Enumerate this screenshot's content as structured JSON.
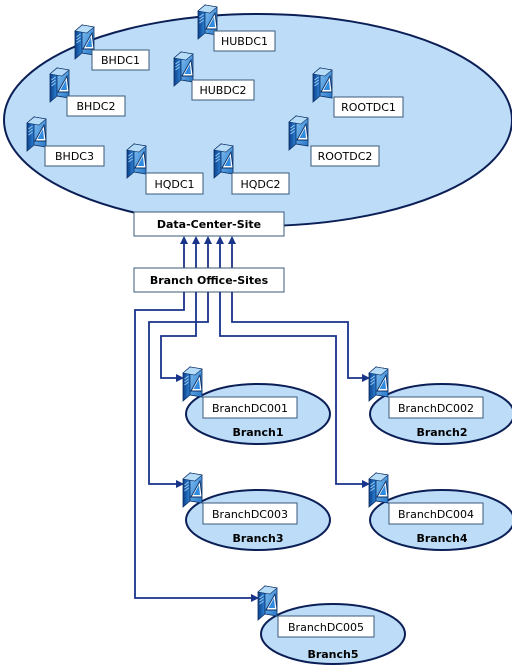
{
  "data_center": {
    "site_label": "Data-Center-Site",
    "servers": [
      {
        "name": "BHDC1"
      },
      {
        "name": "HUBDC1"
      },
      {
        "name": "BHDC2"
      },
      {
        "name": "HUBDC2"
      },
      {
        "name": "ROOTDC1"
      },
      {
        "name": "BHDC3"
      },
      {
        "name": "ROOTDC2"
      },
      {
        "name": "HQDC1"
      },
      {
        "name": "HQDC2"
      }
    ]
  },
  "branch_sites_label": "Branch Office-Sites",
  "branches": [
    {
      "dc": "BranchDC001",
      "name": "Branch1"
    },
    {
      "dc": "BranchDC002",
      "name": "Branch2"
    },
    {
      "dc": "BranchDC003",
      "name": "Branch3"
    },
    {
      "dc": "BranchDC004",
      "name": "Branch4"
    },
    {
      "dc": "BranchDC005",
      "name": "Branch5"
    }
  ],
  "colors": {
    "ellipse_fill": "#bcdcf7",
    "ellipse_stroke": "#0b1f56",
    "connector": "#17338a",
    "server": "#1f6fc4"
  }
}
